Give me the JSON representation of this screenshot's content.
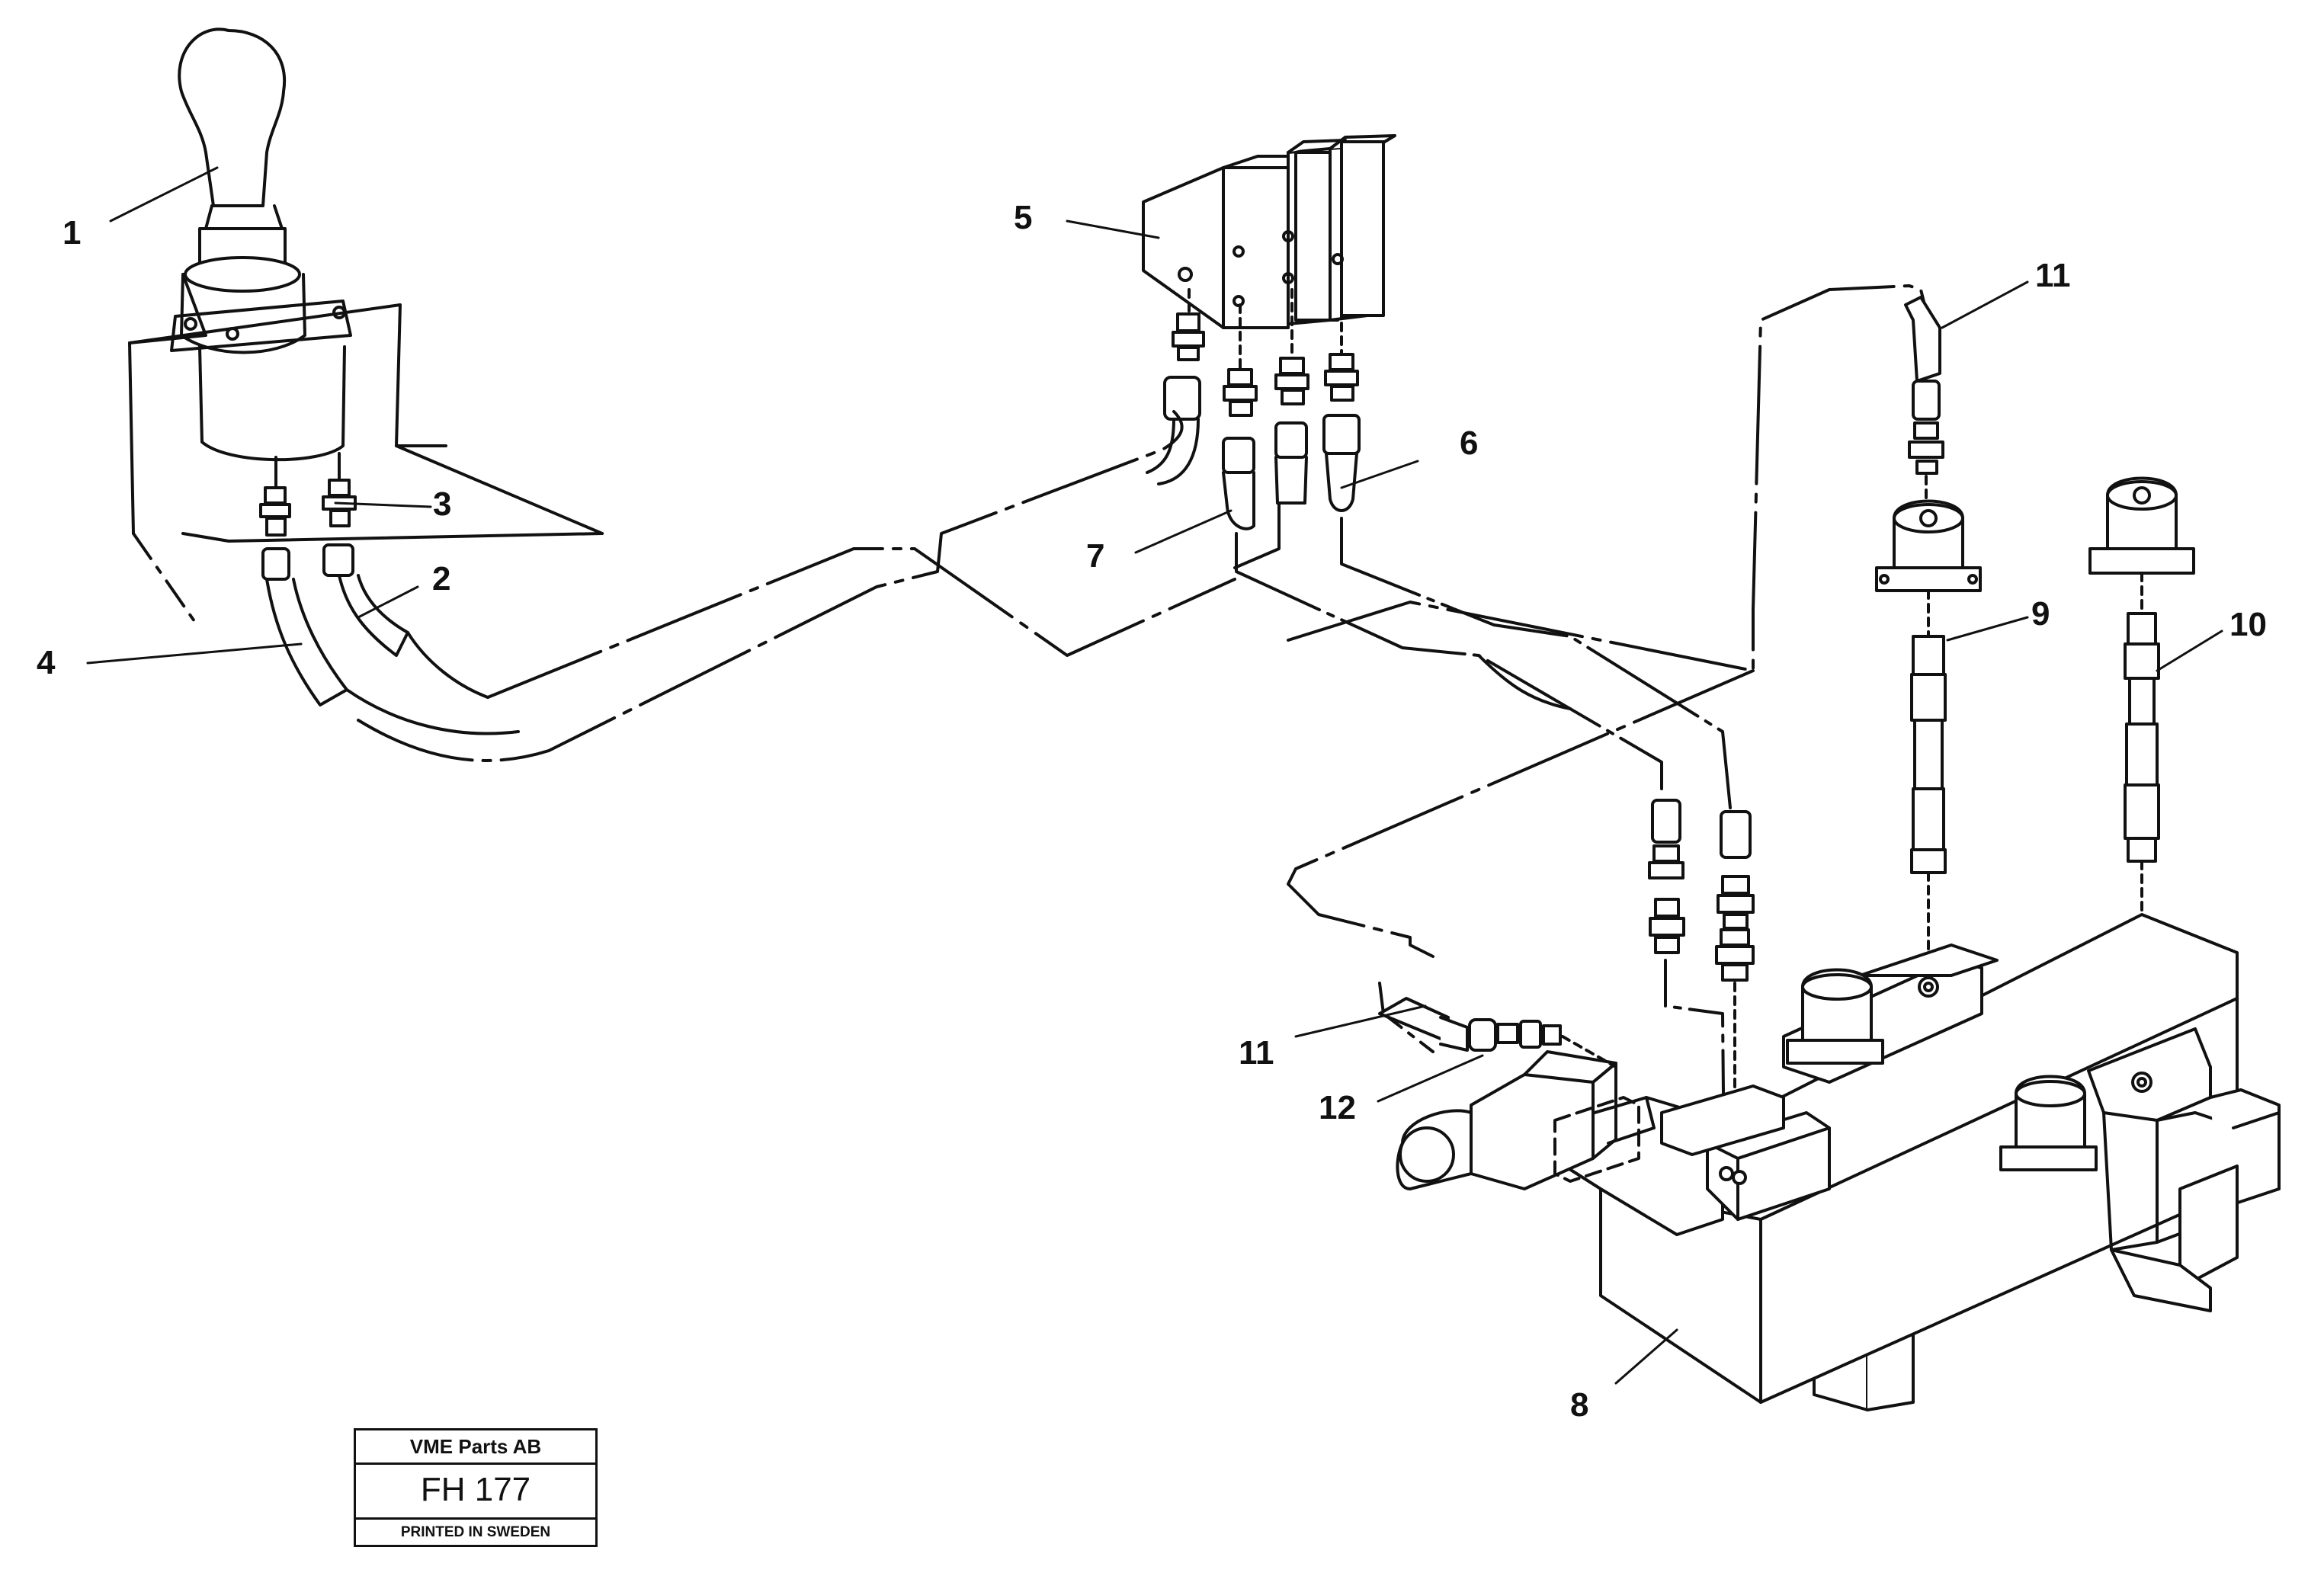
{
  "callouts": {
    "c1": "1",
    "c2": "2",
    "c3": "3",
    "c4": "4",
    "c5": "5",
    "c6": "6",
    "c7": "7",
    "c8": "8",
    "c9": "9",
    "c10": "10",
    "c11a": "11",
    "c11b": "11",
    "c12": "12"
  },
  "title_block": {
    "company": "VME Parts AB",
    "drawing_number": "FH 177",
    "printed": "PRINTED IN SWEDEN"
  }
}
